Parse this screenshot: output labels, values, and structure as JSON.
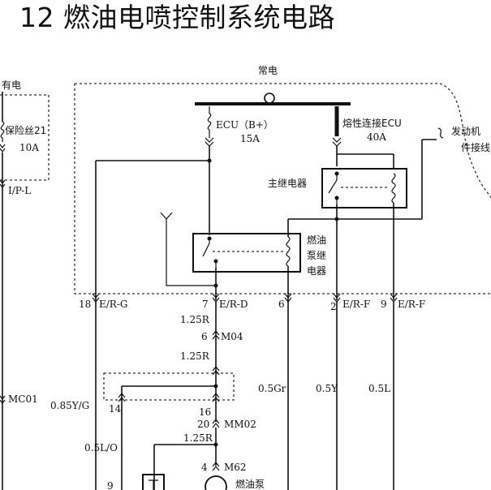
{
  "title": "12  燃油电喷控制系统电路",
  "labels": {
    "always_on": "常电",
    "hot_left": "有电",
    "fuse_box": "保险丝21",
    "fuse_rating": "10A",
    "ecu_b": "ECU（B+）",
    "ecu_b_rating": "15A",
    "fusible_link": "熔性连接ECU",
    "fusible_rating": "40A",
    "engine_parts": "发动机",
    "engine_parts_2": "件接线",
    "main_relay": "主继电器",
    "pump_relay_1": "燃油",
    "pump_relay_2": "泵继",
    "pump_relay_3": "电器",
    "ip_l": "I/P-L",
    "conn_18": "18",
    "er_g": "E/R-G",
    "conn_7": "7",
    "er_d": "E/R-D",
    "conn_6": "6",
    "conn_2": "2",
    "er_f1": "E/R-F",
    "conn_9": "9",
    "er_f2": "E/R-F",
    "wire_125r_1": "1.25R",
    "m04_pin": "6",
    "m04": "M04",
    "wire_125r_2": "1.25R",
    "mc01": "MC01",
    "wire_085yg": "0.85Y/G",
    "pin_14": "14",
    "pin_16": "16",
    "wire_05gr": "0.5Gr",
    "wire_05y": "0.5Y",
    "wire_05l": "0.5L",
    "mm02_pin": "20",
    "mm02": "MM02",
    "wire_125r_3": "1.25R",
    "wire_05lo": "0.5L/O",
    "m62_pin": "4",
    "m62": "M62",
    "pin_9": "9",
    "fuel_pump": "燃油泵"
  }
}
